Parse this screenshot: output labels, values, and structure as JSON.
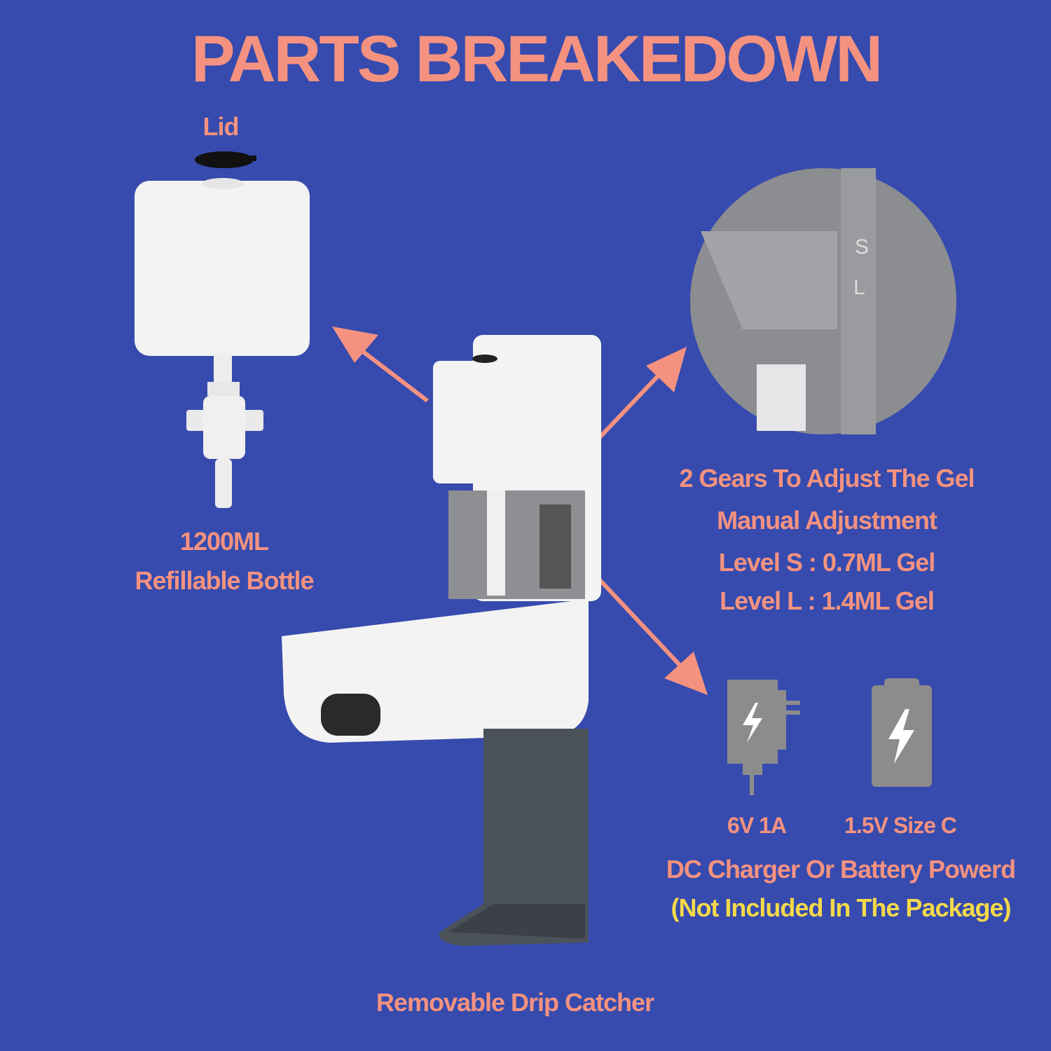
{
  "title": "PARTS BREAKEDOWN",
  "labels": {
    "lid": "Lid",
    "bottle_capacity": "1200ML",
    "bottle_name": "Refillable Bottle",
    "gears_line1": "2 Gears To Adjust The Gel",
    "gears_line2": "Manual Adjustment",
    "level_s": "Level S : 0.7ML Gel",
    "level_l": "Level L : 1.4ML Gel",
    "charger_spec": "6V 1A",
    "battery_spec": "1.5V Size C",
    "power_line1": "DC Charger Or Battery Powerd",
    "power_line2": "(Not Included In The Package)",
    "drip_catcher": "Removable Drip Catcher"
  },
  "zoom_marks": {
    "s": "S",
    "l": "L"
  },
  "colors": {
    "background": "#374bae",
    "accent": "#f5927f",
    "highlight": "#f6d94a"
  }
}
